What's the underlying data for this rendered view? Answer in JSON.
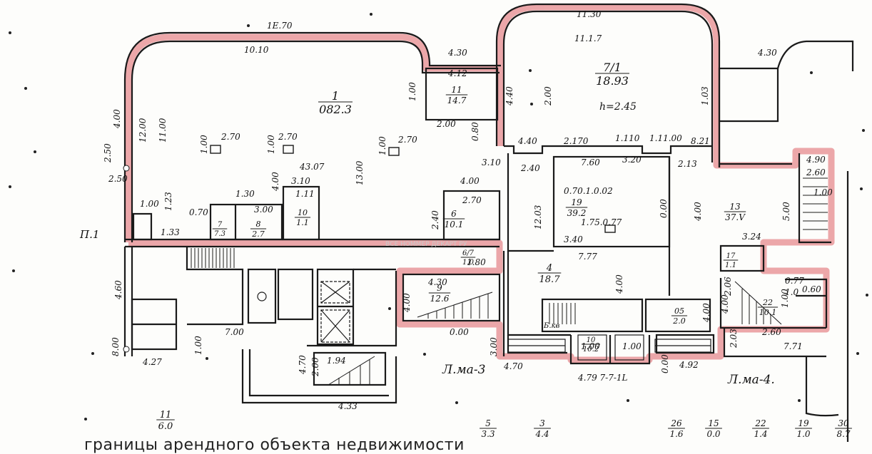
{
  "watermark": "ВСЕ НОММЕР ДЕКАРТ РУ",
  "caption": "границы арендного объекта недвижимости",
  "colors": {
    "line": "#1a1a1a",
    "highlight": "#e58a8e",
    "paper": "#fdfdfb"
  },
  "labels": {
    "dim_top_outer": "1E.70",
    "dim_top_inner": "10.10",
    "dim_top_right_outer": "11.30",
    "dim_top_right_inner": "11.1.7",
    "dim_connector": "4.30",
    "dim_right_top": "4.30",
    "dim_connector_b": "4.12",
    "dim_v_1": "1.00",
    "dim_v_2": "4.40",
    "dim_v_3": "2.00",
    "dim_v_4": "1.03",
    "dim_left_v1": "4.00",
    "dim_left_v2": "12.00",
    "dim_left_v3": "11.00",
    "dim_left_v4": "2.50",
    "dim_left_v5": "2.50",
    "dim_left_v6": "4.60",
    "dim_left_v7": "8.00",
    "dim_col_1": "2.70",
    "dim_col_2": "2.70",
    "dim_col_3": "2.70",
    "dim_col_h1": "1.00",
    "dim_col_h2": "1.00",
    "dim_col_h3": "1.00",
    "dim_main_v": "13.00",
    "dim_main_h": "43.07",
    "dim_mid_1": "2.00",
    "dim_mid_2": "0.80",
    "dim_mid_3": "3.10",
    "dim_mid_4": "4.00",
    "dim_mid_5": "2.70",
    "dim_room_w1": "1.30",
    "dim_room_w2": "3.10",
    "dim_room_w3": "3.00",
    "dim_room_w4": "0.70",
    "dim_small_1": "1.00",
    "dim_small_2": "1.23",
    "dim_small_3": "1.11",
    "dim_small_4": "4.00",
    "dim_small_5": "1.33",
    "dim_center_1": "4.40",
    "dim_center_2": "2.170",
    "dim_center_3": "1.110",
    "dim_center_4": "1.11.00",
    "dim_center_5": "8.21",
    "dim_center_6": "7.60",
    "dim_center_7": "3.20",
    "dim_center_8": "0.70.1.0.02",
    "dim_center_9": "1.75.0.77",
    "dim_center_10": "3.40",
    "dim_center_11": "7.77",
    "dim_center_12": "2.40",
    "dim_center_13": "2.13",
    "dim_center_14": "12.03",
    "dim_center_15": "0.00",
    "dim_center_16": "4.00",
    "dim_center_17": "1.80",
    "dim_center_18": "4.00",
    "dim_center_19": "2.40",
    "dim_bottom_1": "7.00",
    "dim_bottom_2": "1.00",
    "dim_bottom_3": "4.27",
    "dim_bottom_4": "4.70",
    "dim_bottom_5": "2.00",
    "dim_bottom_6": "1.94",
    "dim_bottom_7": "4.33",
    "dim_bottom_8": "4.30",
    "dim_bottom_9": "4.00",
    "dim_bottom_10": "3.00",
    "dim_bottom_11": "4.70",
    "dim_bottom_12": "0.00",
    "dim_bottom_13": "4.79 7-7-1L",
    "dim_bottom_14": "0.00",
    "dim_bottom_15": "4.92",
    "dim_bottom_16": "2.03",
    "dim_bottom_17": "2.60",
    "dim_bottom_18": "7.71",
    "dim_right_1": "3.24",
    "dim_right_2": "2.06",
    "dim_right_3": "0.77",
    "dim_right_4": "0.60",
    "dim_right_5": "2.60",
    "dim_right_6": "1.00",
    "dim_right_7": "1.00",
    "dim_right_8": "5.00",
    "dim_right_9": "4.00",
    "dim_right_10": "4.00",
    "dim_right_11": "4.90",
    "dim_room_bottom_1": "1.00",
    "dim_room_bottom_2": "1.00",
    "dim_room_bottom_3": "1.0",
    "stair_label_1": "Л.ма-3",
    "stair_label_2": "Л.ма-4.",
    "entrance_label": "П.1",
    "kb_label": "Б.кв"
  },
  "fractions": [
    {
      "top": "1",
      "bottom": "082.3"
    },
    {
      "top": "7/1",
      "bottom": "18.93"
    },
    {
      "top": "h=2.45",
      "bottom": ""
    },
    {
      "top": "11",
      "bottom": "14.7"
    },
    {
      "top": "19",
      "bottom": "39.2"
    },
    {
      "top": "13",
      "bottom": "37.V"
    },
    {
      "top": "6",
      "bottom": "10.1"
    },
    {
      "top": "8",
      "bottom": "2.7"
    },
    {
      "top": "10",
      "bottom": "1.1"
    },
    {
      "top": "7",
      "bottom": "7.3"
    },
    {
      "top": "4",
      "bottom": "18.7"
    },
    {
      "top": "9",
      "bottom": "12.6"
    },
    {
      "top": "6/7",
      "bottom": "1.0"
    },
    {
      "top": "05",
      "bottom": "2.0"
    },
    {
      "top": "17",
      "bottom": "1.1"
    },
    {
      "top": "22",
      "bottom": "10.1"
    },
    {
      "top": "10",
      "bottom": "10.2"
    },
    {
      "top": "11",
      "bottom": "6.0"
    },
    {
      "top": "5",
      "bottom": "3.3"
    },
    {
      "top": "3",
      "bottom": "4.4"
    },
    {
      "top": "26",
      "bottom": "1.6"
    },
    {
      "top": "15",
      "bottom": "0.0"
    },
    {
      "top": "22",
      "bottom": "1.4"
    },
    {
      "top": "19",
      "bottom": "1.0"
    },
    {
      "top": "30",
      "bottom": "8.7"
    }
  ]
}
